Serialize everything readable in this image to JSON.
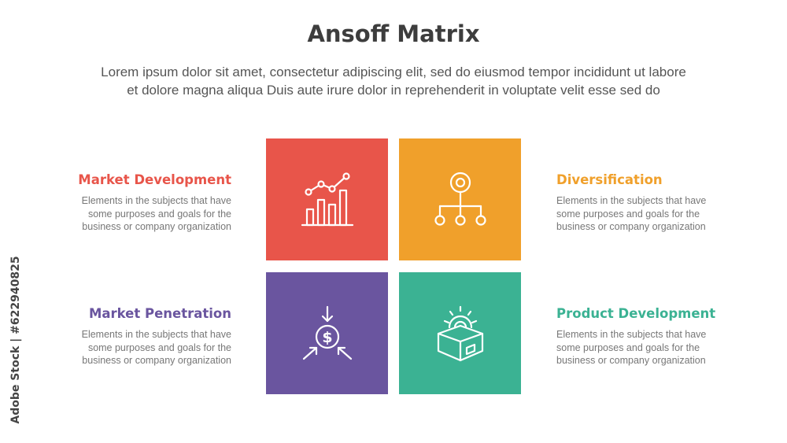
{
  "header": {
    "title": "Ansoff Matrix",
    "subtitle_line1": "Lorem ipsum dolor sit amet, consectetur adipiscing elit, sed do eiusmod tempor incididunt ut labore",
    "subtitle_line2": "et dolore magna aliqua Duis aute irure dolor in reprehenderit in voluptate velit esse sed do"
  },
  "quadrants": {
    "top_left": {
      "title": "Market Development",
      "color": "#e8554a",
      "icon": "bar-chart-trend-icon",
      "desc": [
        "Elements in the subjects that have",
        "some purposes and goals for the",
        "business or company organization"
      ]
    },
    "top_right": {
      "title": "Diversification",
      "color": "#f0a02b",
      "icon": "hierarchy-node-icon",
      "desc": [
        "Elements in the subjects that have",
        "some purposes and goals for the",
        "business or company organization"
      ]
    },
    "bottom_left": {
      "title": "Market Penetration",
      "color": "#6a559f",
      "icon": "dollar-target-arrows-icon",
      "desc": [
        "Elements in the subjects that have",
        "some purposes and goals for the",
        "business or company organization"
      ]
    },
    "bottom_right": {
      "title": "Product Development",
      "color": "#3bb293",
      "icon": "box-gear-icon",
      "desc": [
        "Elements in the subjects that have",
        "some purposes and goals for the",
        "business or company organization"
      ]
    }
  },
  "watermark": "Adobe Stock | #622940825"
}
